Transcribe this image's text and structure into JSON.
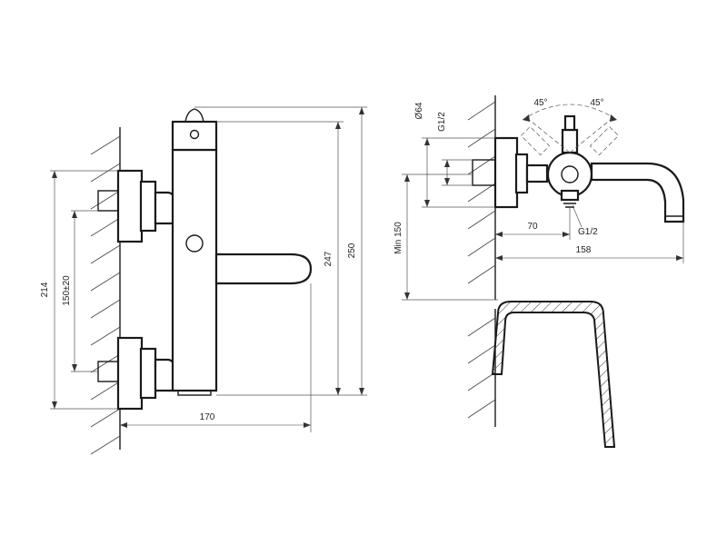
{
  "front_view": {
    "dim_width": "170",
    "dim_height_total": "214",
    "dim_inlet_spacing": "150±20",
    "dim_height_247": "247",
    "dim_height_250": "250"
  },
  "side_view": {
    "dim_diameter": "Ø64",
    "dim_thread_top": "G1/2",
    "dim_thread_bottom": "G1/2",
    "dim_min_height": "Min 150",
    "dim_spout_offset": "70",
    "dim_spout_length": "158",
    "angle_left": "45°",
    "angle_right": "45°"
  }
}
